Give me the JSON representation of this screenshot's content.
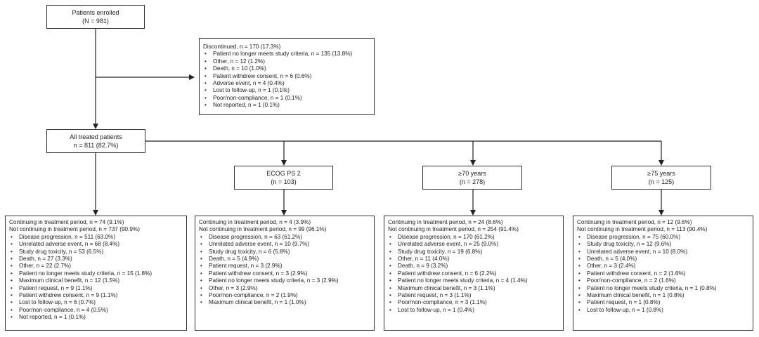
{
  "enrolled": {
    "title": "Patients enrolled",
    "count": "(N = 981)"
  },
  "discontinued": {
    "heading": "Discontinued, n = 170 (17.3%)",
    "items": [
      "Patient no longer meets study criteria, n = 135 (13.8%)",
      "Other, n = 12 (1.2%)",
      "Death, n = 10 (1.0%)",
      "Patient withdrew consent, n = 6 (0.6%)",
      "Adverse event, n = 4 (0.4%)",
      "Lost to follow-up, n = 1 (0.1%)",
      "Poor/non-compliance, n = 1 (0.1%)",
      "Not reported, n = 1 (0.1%)"
    ]
  },
  "treated": {
    "title": "All treated patients",
    "count": "n = 811 (82.7%)"
  },
  "subgroups": [
    {
      "title": "ECOG PS 2",
      "count": "(n = 103)"
    },
    {
      "title": "≥70 years",
      "count": "(n = 278)"
    },
    {
      "title": "≥75 years",
      "count": "(n = 125)"
    }
  ],
  "outcomes": [
    {
      "continuing": "Continuing in treatment period, n = 74 (9.1%)",
      "not_continuing": "Not continuing in treatment period, n = 737 (90.9%)",
      "items": [
        "Disease progression, n = 511 (63.0%)",
        "Unrelated adverse event, n = 68 (8.4%)",
        "Study drug toxicity, n = 53 (6.5%)",
        "Death, n = 27 (3.3%)",
        "Other, n = 22 (2.7%)",
        "Patient no longer meets study criteria, n = 15 (1.8%)",
        "Maximum clinical benefit, n = 12 (1.5%)",
        "Patient request, n = 9 (1.1%)",
        "Patient withdrew consent, n = 9 (1.1%)",
        "Lost to follow-up, n = 6 (0.7%)",
        "Poor/non-compliance, n = 4 (0.5%)",
        "Not reported, n = 1 (0.1%)"
      ]
    },
    {
      "continuing": "Continuing in treatment period, n = 4 (3.9%)",
      "not_continuing": "Not continuing in treatment period, n = 99 (96.1%)",
      "items": [
        "Disease progression, n = 63 (61.2%)",
        "Unrelated adverse event, n = 10 (9.7%)",
        "Study drug toxicity, n = 6 (5.8%)",
        "Death, n = 5 (4.9%)",
        "Patient request, n = 3 (2.9%)",
        "Patient withdrew consent, n = 3 (2.9%)",
        "Patient no longer meets study criteria, n = 3 (2.9%)",
        "Other, n = 3 (2.9%)",
        "Poor/non-compliance, n = 2 (1.9%)",
        "Maximum clinical benefit, n = 1 (1.0%)"
      ]
    },
    {
      "continuing": "Continuing in treatment period, n = 24 (8.6%)",
      "not_continuing": "Not continuing in treatment period, n = 254 (91.4%)",
      "items": [
        "Disease progression, n = 170 (61.2%)",
        "Unrelated adverse event, n = 25 (9.0%)",
        "Study drug toxicity, n = 19 (6.8%)",
        "Other, n = 11 (4.0%)",
        "Death, n = 9 (3.2%)",
        "Patient withdrew consent, n = 6 (2.2%)",
        "Patient no longer meets study criteria, n = 4 (1.4%)",
        "Maximum clinical benefit, n = 3 (1.1%)",
        "Patient request, n = 3 (1.1%)",
        "Poor/non-compliance, n = 3 (1.1%)",
        "Lost to follow-up, n = 1 (0.4%)"
      ]
    },
    {
      "continuing": "Continuing in treatment period, n = 12 (9.6%)",
      "not_continuing": "Not continuing in treatment period, n = 113 (90.4%)",
      "items": [
        "Disease progression, n = 75 (60.0%)",
        "Study drug toxicity, n = 12 (9.6%)",
        "Unrelated adverse event, n = 10 (8.0%)",
        "Death, n = 5 (4.0%)",
        "Other, n = 3 (2.4%)",
        "Patient withdrew consent, n = 2 (1.6%)",
        "Poor/non-compliance, n = 2 (1.6%)",
        "Patient no longer meets study criteria, n = 1 (0.8%)",
        "Maximum clinical benefit, n = 1 (0.8%)",
        "Patient request, n = 1 (0.8%)",
        "Lost to follow-up, n = 1 (0.8%)"
      ]
    }
  ]
}
